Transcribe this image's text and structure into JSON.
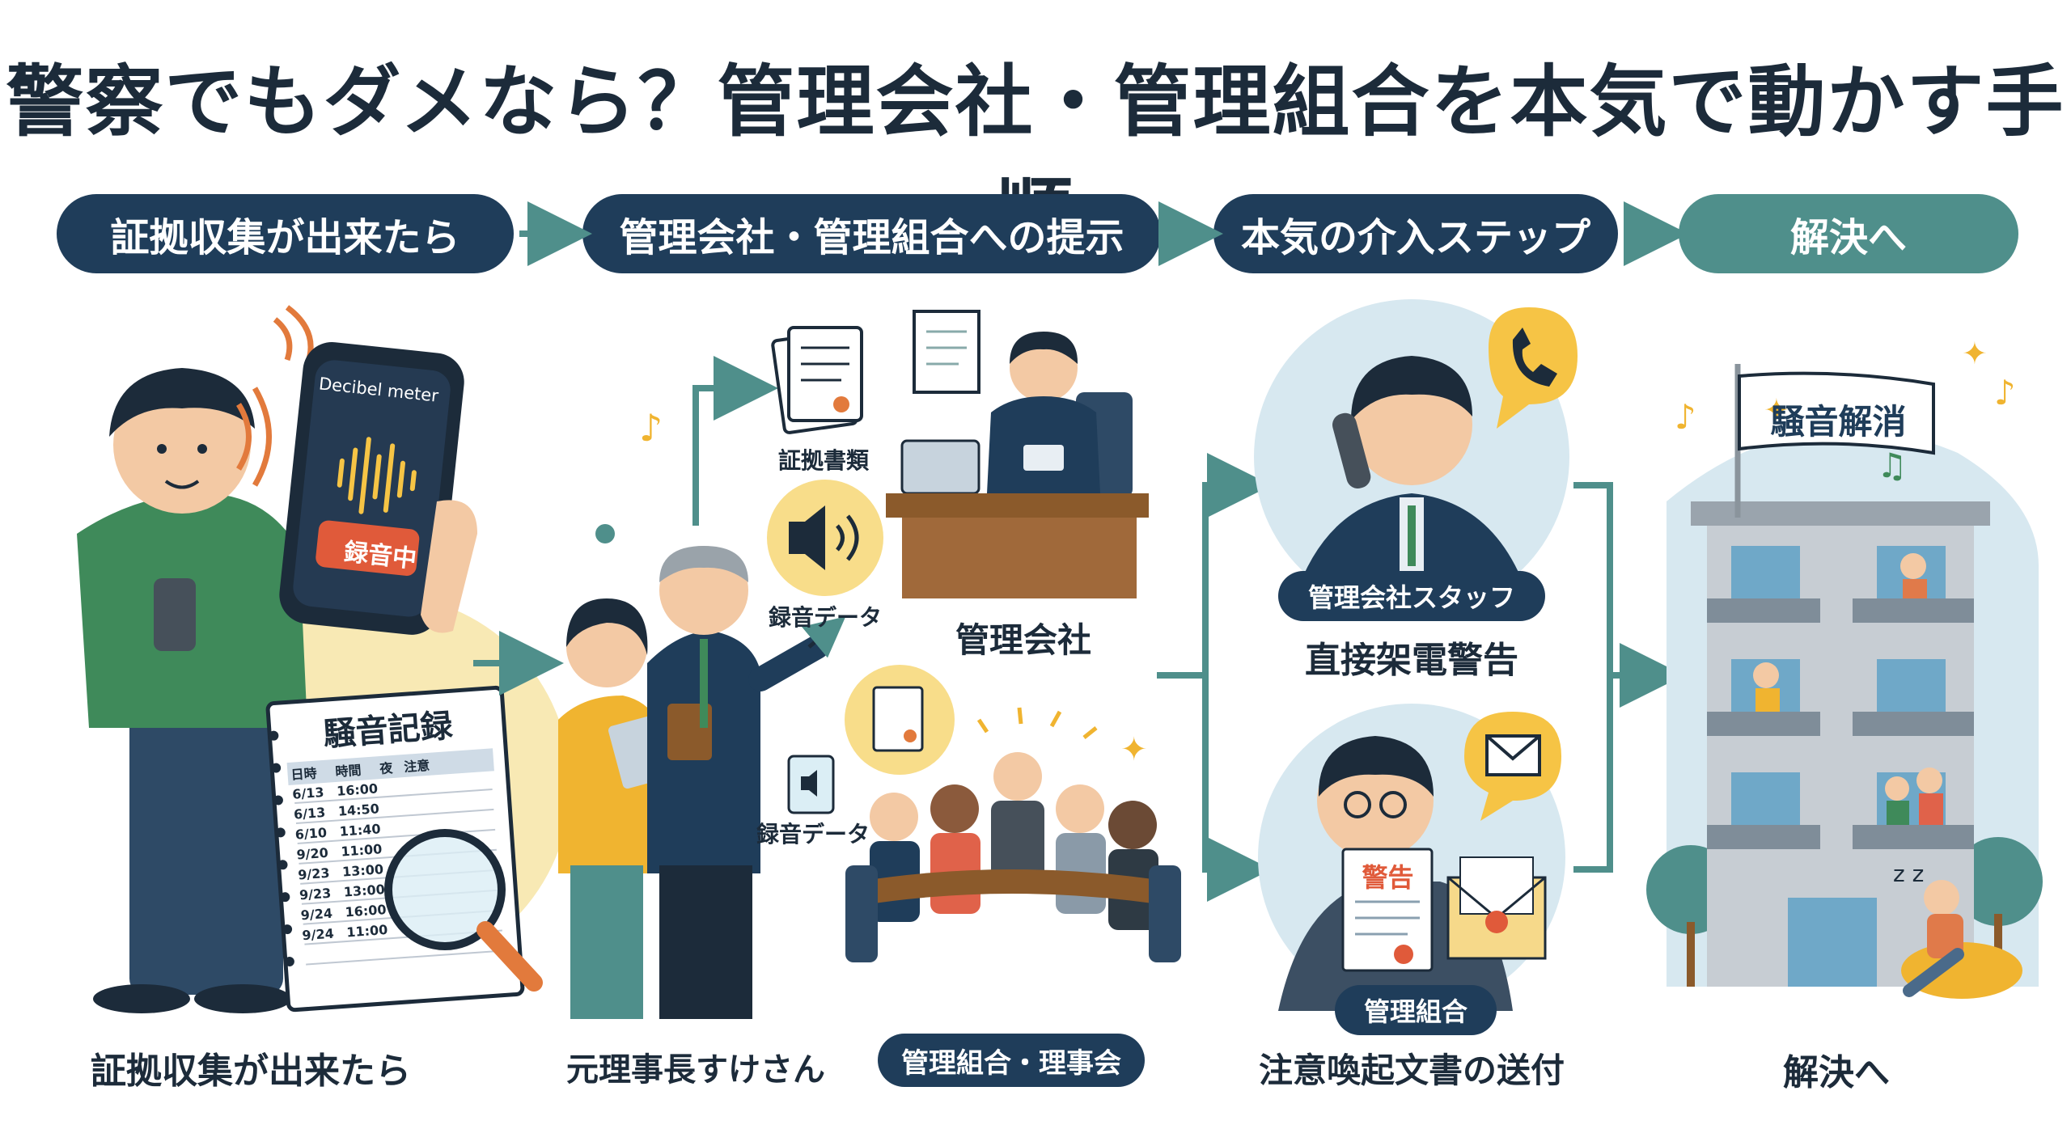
{
  "title": "警察でもダメなら？管理会社・管理組合を本気で動かす手順",
  "steps": [
    {
      "label": "証拠収集が出来たら"
    },
    {
      "label": "管理会社・管理組合への提示"
    },
    {
      "label": "本気の介入ステップ"
    },
    {
      "label": "解決へ"
    }
  ],
  "evidence": {
    "phone_app": "Decibel meter",
    "recording_badge": "録音中",
    "log_title": "騒音記録",
    "log_headers": [
      "日時",
      "時間",
      "夜",
      "注意"
    ],
    "log_rows": [
      [
        "6/13",
        "16:00"
      ],
      [
        "6/13",
        "14:50"
      ],
      [
        "6/10",
        "11:40"
      ],
      [
        "9/20",
        "11:00"
      ],
      [
        "9/23",
        "13:00"
      ],
      [
        "9/23",
        "13:00"
      ],
      [
        "9/24",
        "16:00"
      ],
      [
        "9/24",
        "11:00"
      ]
    ],
    "caption": "証拠収集が出来たら"
  },
  "presenter": {
    "caption": "元理事長すけさん",
    "doc_label": "証拠書類",
    "audio_label_1": "録音データ",
    "audio_label_2": "録音データ"
  },
  "recipients": {
    "company": "管理会社",
    "association": "管理組合・理事会"
  },
  "actions": {
    "staff_tag": "管理会社スタッフ",
    "staff_action": "直接架電警告",
    "union_tag": "管理組合",
    "warning_doc": "警告",
    "union_action": "注意喚起文書の送付"
  },
  "resolution": {
    "flag": "騒音解消",
    "caption": "解決へ"
  },
  "colors": {
    "navy": "#1f3d5a",
    "teal": "#4f8f8b",
    "arrow": "#4f8f8b",
    "yellow": "#f6c445",
    "light_blue": "#d7e8f0",
    "green_shirt": "#3f8a5a"
  }
}
